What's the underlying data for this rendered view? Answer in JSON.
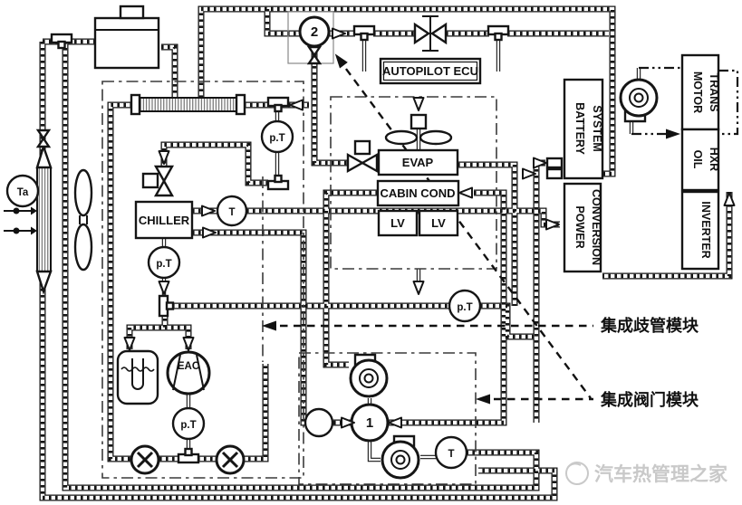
{
  "diagram": {
    "components": {
      "ambient_sensor": "Ta",
      "mode_valve_2": "2",
      "coolant_valve_1": "1",
      "autopilot_ecu": "AUTOPILOT ECU",
      "evaporator": "EVAP",
      "cabin_condenser": "CABIN COND",
      "lv_left": "LV",
      "lv_right": "LV",
      "chiller": "CHILLER",
      "compressor": "EAC",
      "temp_sensor": "T",
      "pressure_temp_sensor": "p.T",
      "battery_system": {
        "line1": "BATTERY",
        "line2": "SYSTEM"
      },
      "power_conversion": {
        "line1": "POWER",
        "line2": "CONVERSION"
      },
      "motor_trans": {
        "line1": "MOTOR",
        "line2": "TRANS"
      },
      "oil_hxr": {
        "line1": "OIL",
        "line2": "HXR"
      },
      "inverter": "INVERTER"
    },
    "annotations": {
      "manifold_module": "集成歧管模块",
      "valve_module": "集成阀门模块"
    },
    "watermark": "汽车热管理之家",
    "colors": {
      "line": "#151515",
      "module_boundary": "#3a3a3a",
      "watermark": "#c9c9c9",
      "background": "#ffffff"
    }
  }
}
